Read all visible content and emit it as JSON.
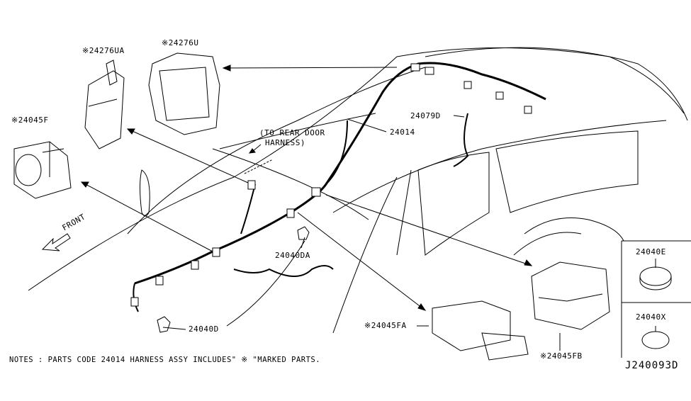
{
  "labels": {
    "p24276UA": "※24276UA",
    "p24276U": "※24276U",
    "p24045F": "※24045F",
    "p24079D": "24079D",
    "p24014": "24014",
    "rear_door": "(TO REAR DOOR",
    "rear_door2": "HARNESS)",
    "front": "FRONT",
    "p24040DA": "24040DA",
    "p24040D": "24040D",
    "p24045FA": "※24045FA",
    "p24045FB": "※24045FB",
    "p24040E": "24040E",
    "p24040X": "24040X"
  },
  "notes": "NOTES : PARTS CODE 24014  HARNESS ASSY INCLUDES\" ※ \"MARKED PARTS.",
  "diagram_code": "J240093D"
}
